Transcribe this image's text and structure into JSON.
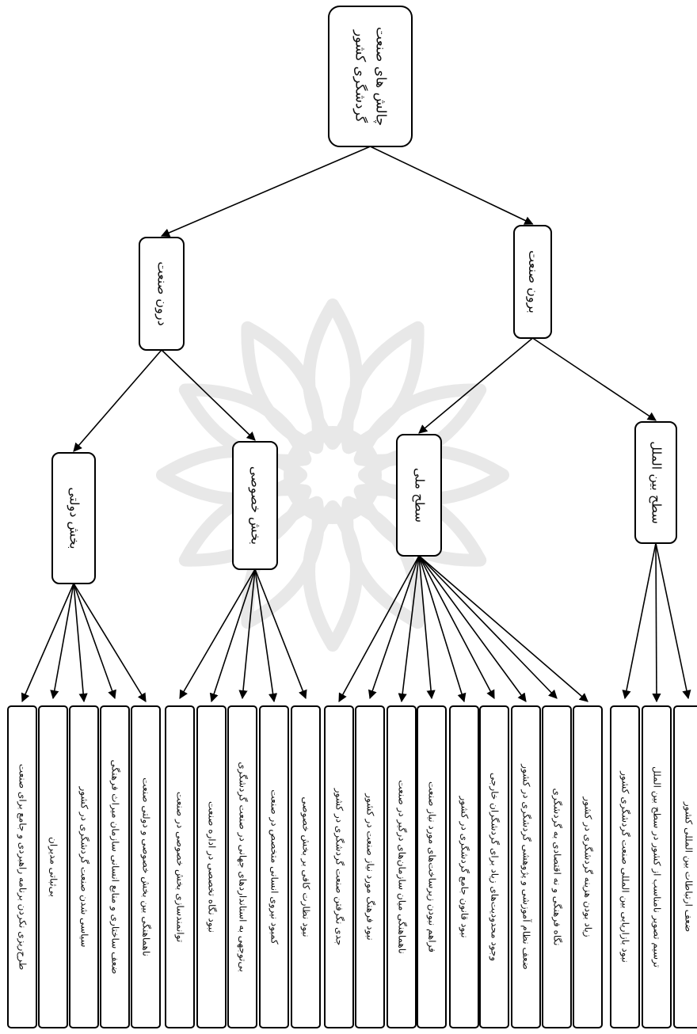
{
  "root": {
    "lines": [
      "چالش های صنعت",
      "گردشگری کشور"
    ]
  },
  "level1": [
    {
      "id": "outside",
      "label": "برون صنعت"
    },
    {
      "id": "inside",
      "label": "درون صنعت"
    }
  ],
  "level2": [
    {
      "id": "intl",
      "parent": "outside",
      "label": "سطح بین الملل"
    },
    {
      "id": "national",
      "parent": "outside",
      "label": "سطح ملی"
    },
    {
      "id": "private",
      "parent": "inside",
      "label": "بخش خصوصی"
    },
    {
      "id": "govt",
      "parent": "inside",
      "label": "بخش دولتی"
    }
  ],
  "leaves": [
    {
      "parent": "intl",
      "text": "ضعف ارتباطات بین المللی کشور"
    },
    {
      "parent": "intl",
      "text": "ترسیم تصویر نامناسب از کشور در سطح بین الملل"
    },
    {
      "parent": "intl",
      "text": "نبود بازاریابی بین المللی صنعت گردشگری کشور"
    },
    {
      "parent": "national",
      "text": "زیاد بودن هزینه گردشگری در کشور"
    },
    {
      "parent": "national",
      "text": "نگاه فرهنگی و نه اقتصادی به گردشگری"
    },
    {
      "parent": "national",
      "text": "ضعف نظام آموزشی و پژوهشی گردشگری در کشور"
    },
    {
      "parent": "national",
      "text": "وجود محدودیت‌های زیاد برای گردشگران خارجی"
    },
    {
      "parent": "national",
      "text": "نبود قانون جامع گردشگری در کشور"
    },
    {
      "parent": "national",
      "text": "فراهم نبودن زیرساخت‌های مورد نیاز صنعت"
    },
    {
      "parent": "national",
      "text": "ناهماهنگی میان سازمان‌های درگیر در صنعت"
    },
    {
      "parent": "national",
      "text": "نبود فرهنگ مورد نیاز صنعت در کشور"
    },
    {
      "parent": "national",
      "text": "جدی نگرفتن صنعت گردشگری در کشور"
    },
    {
      "parent": "private",
      "text": "نبود نظارت کافی بر بخش خصوصی"
    },
    {
      "parent": "private",
      "text": "کمبود نیروی انسانی متخصص در صنعت"
    },
    {
      "parent": "private",
      "text": "بی‌توجهی به استانداردهای جهانی در صنعت گردشگری"
    },
    {
      "parent": "private",
      "text": "نبود نگاه تخصصی در اداره صنعت"
    },
    {
      "parent": "private",
      "text": "توانمندسازی بخش خصوصی در صنعت"
    },
    {
      "parent": "govt",
      "text": "ناهماهنگی بین بخش خصوصی و دولتی صنعت"
    },
    {
      "parent": "govt",
      "text": "ضعف ساختاری و منابع انسانی سازمان میراث فرهنگی"
    },
    {
      "parent": "govt",
      "text": "سیاسی شدن صنعت گردشگری در کشور"
    },
    {
      "parent": "govt",
      "text": "بی‌ثباتی مدیران"
    },
    {
      "parent": "govt",
      "text": "طرح‌ریزی نکردن برنامه راهبردی و جامع برای صنعت"
    }
  ],
  "colors": {
    "stroke": "#000000",
    "fill": "#ffffff",
    "text": "#111111",
    "watermark": "#d6d6d6"
  }
}
